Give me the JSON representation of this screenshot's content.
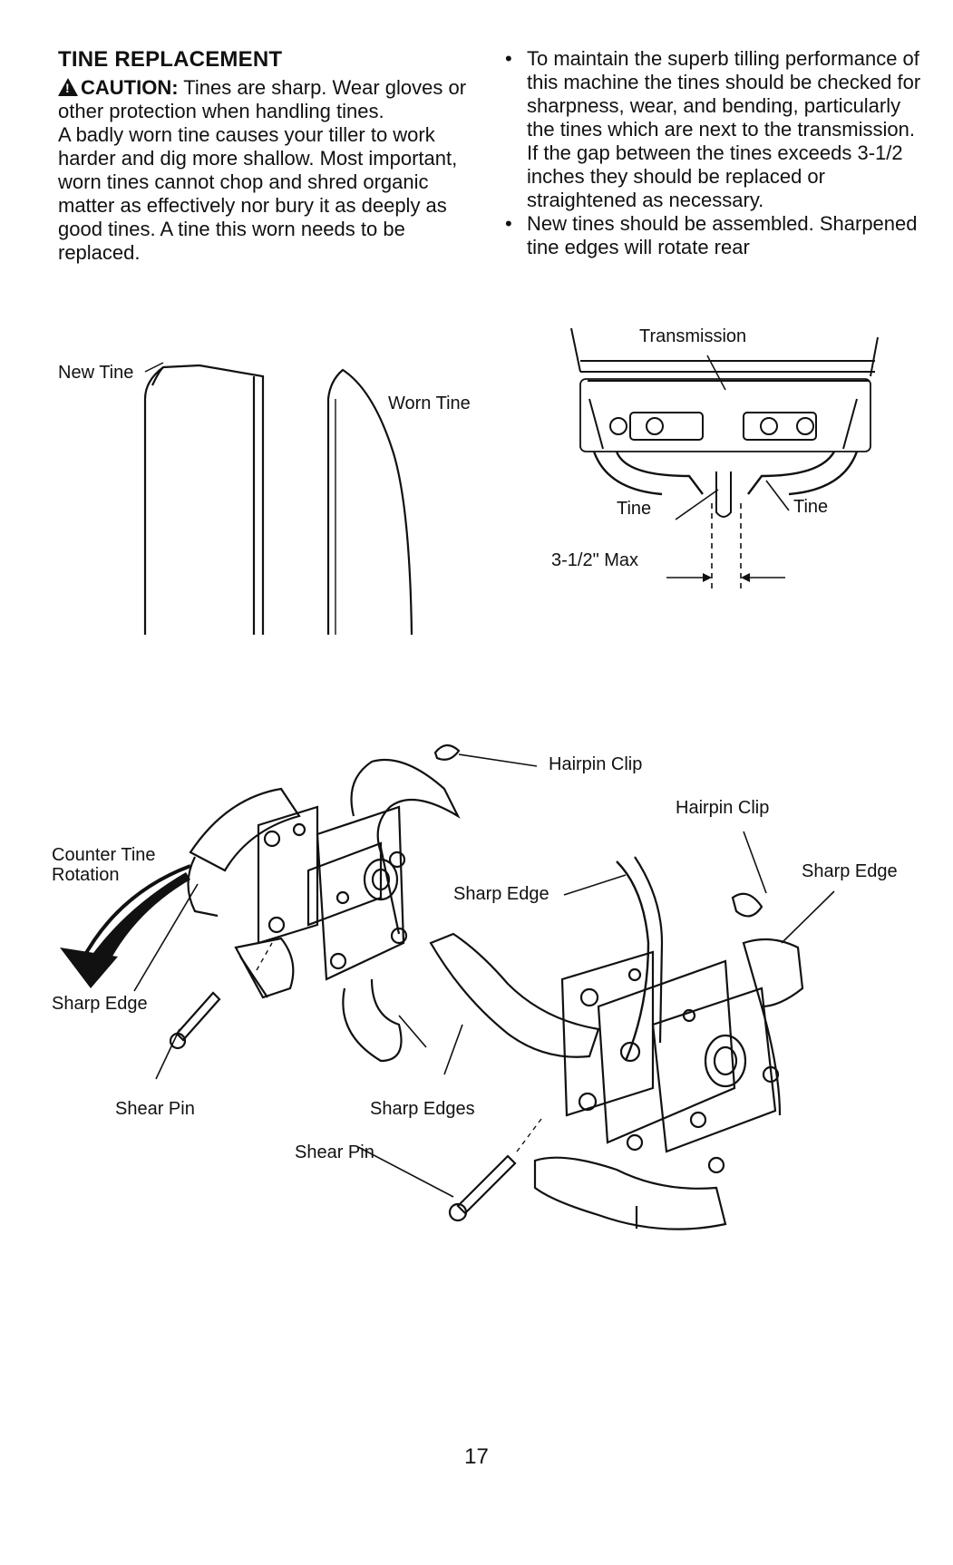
{
  "section": {
    "title": "TINE REPLACEMENT",
    "caution_label": "CAUTION:",
    "caution_text": "Tines are sharp. Wear gloves or other protection when handling tines.",
    "body": "A badly worn tine causes your tiller to work harder and dig more shallow. Most important, worn tines cannot chop and shred organic matter as effectively nor bury it as deeply as good tines. A tine this worn needs to be replaced."
  },
  "bullets": [
    "To maintain the superb tilling performance of this machine the tines should be checked for sharpness, wear, and bending, particularly the tines which are next to the transmission. If the gap between the tines exceeds 3-1/2 inches they should be replaced or straightened as necessary.",
    "New tines should be assembled. Sharpened tine edges will rotate rear"
  ],
  "bullet_symbol": "•",
  "figure_tine_compare": {
    "new_tine": "New Tine",
    "worn_tine": "Worn Tine"
  },
  "figure_transmission": {
    "transmission": "Transmission",
    "tine_left": "Tine",
    "tine_right": "Tine",
    "max_gap": "3-1/2\" Max"
  },
  "figure_assembly": {
    "hairpin_clip_1": "Hairpin Clip",
    "hairpin_clip_2": "Hairpin Clip",
    "counter_tine_rotation": "Counter Tine Rotation",
    "sharp_edge_1": "Sharp Edge",
    "sharp_edge_2": "Sharp Edge",
    "sharp_edge_3": "Sharp Edge",
    "sharp_edges": "Sharp Edges",
    "shear_pin_1": "Shear Pin",
    "shear_pin_2": "Shear Pin"
  },
  "page_number": "17"
}
